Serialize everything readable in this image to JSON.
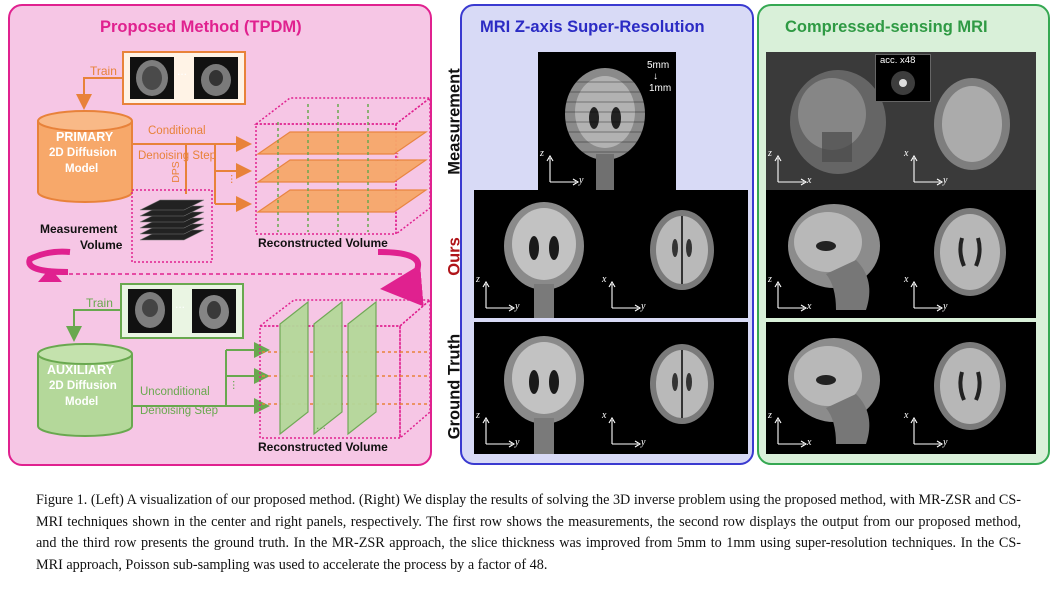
{
  "left_panel": {
    "title": "Proposed Method (TPDM)",
    "train_label_top": "Train",
    "primary_model": {
      "line1": "PRIMARY",
      "line2": "2D Diffusion",
      "line3": "Model"
    },
    "conditional_step": {
      "line1": "Conditional",
      "line2": "Denoising Step"
    },
    "dps_label": "DPS",
    "measurement_volume": {
      "line1": "Measurement",
      "line2": "Volume"
    },
    "reconstructed_volume_top": "Reconstructed Volume",
    "train_label_bottom": "Train",
    "auxiliary_model": {
      "line1": "AUXILIARY",
      "line2": "2D Diffusion",
      "line3": "Model"
    },
    "unconditional_step": {
      "line1": "Unconditional",
      "line2": "Denoising Step"
    },
    "reconstructed_volume_bottom": "Reconstructed Volume",
    "ellipsis": "...",
    "colors": {
      "primary": "#e8823a",
      "auxiliary": "#69a84f",
      "accent": "#e0218f"
    }
  },
  "mid_panel": {
    "title": "MRI Z-axis Super-Resolution",
    "thickness_from": "5mm",
    "arrow": "↓",
    "thickness_to": "1mm"
  },
  "right_panel": {
    "title": "Compressed-sensing MRI",
    "acc_label": "acc. x48"
  },
  "row_labels": {
    "measurement": "Measurement",
    "ours": "Ours",
    "ground_truth": "Ground Truth"
  },
  "axis_labels": {
    "z": "z",
    "y": "y",
    "x": "x"
  },
  "caption": "Figure 1.   (Left) A visualization of our proposed method.  (Right) We display the results of solving the 3D inverse problem using the proposed method, with MR-ZSR and CS-MRI techniques shown in the center and right panels, respectively.  The first row shows the measurements, the second row displays the output from our proposed method, and the third row presents the ground truth.  In the MR-ZSR approach, the slice thickness was improved from 5mm to 1mm using super-resolution techniques. In the CS-MRI approach, Poisson sub-sampling was used to accelerate the process by a factor of 48."
}
